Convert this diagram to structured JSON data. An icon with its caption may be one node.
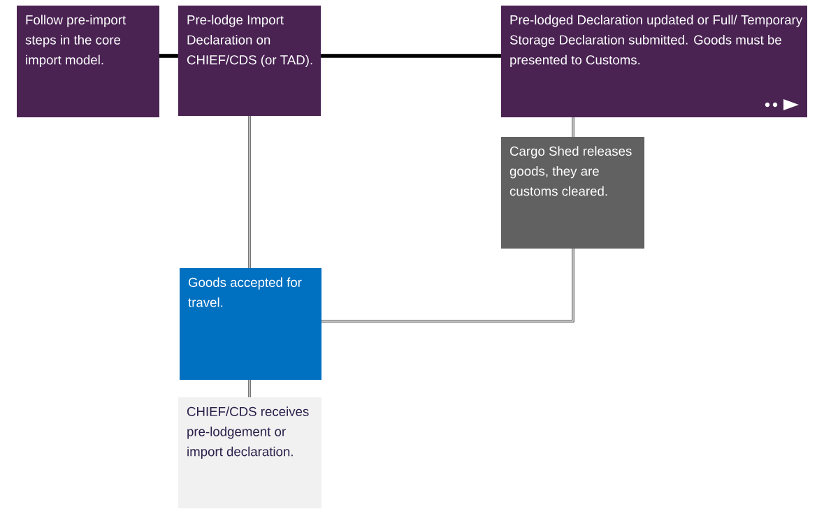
{
  "diagram": {
    "nodes": [
      {
        "text": [
          "Follow pre-import steps in the core import model."
        ]
      },
      {
        "text": [
          "Pre-lodge Import Declaration on CHIEF/CDS (or TAD)."
        ]
      },
      {
        "text": [
          "Pre-lodged Declaration updated or Full/ Temporary Storage Declaration submitted. Goods must be presented to Customs."
        ]
      },
      {
        "text": [
          "Cargo Shed releases goods, they are customs cleared."
        ]
      },
      {
        "text": [
          "Goods accepted for travel."
        ]
      },
      {
        "text": [
          "CHIEF/CDS receives pre-lodgement or import declaration."
        ]
      }
    ],
    "edges": [
      {
        "from": 0,
        "to": 1,
        "arrow": "none",
        "style": "thick"
      },
      {
        "from": 1,
        "to": 2,
        "arrow": "none",
        "style": "thick"
      },
      {
        "from": 1,
        "to": 4,
        "arrow": "none"
      },
      {
        "from": 2,
        "to": 3,
        "arrow": "none"
      },
      {
        "from": 3,
        "to": 4,
        "arrow": "none"
      },
      {
        "from": 4,
        "to": 5,
        "arrow": "none"
      }
    ]
  }
}
